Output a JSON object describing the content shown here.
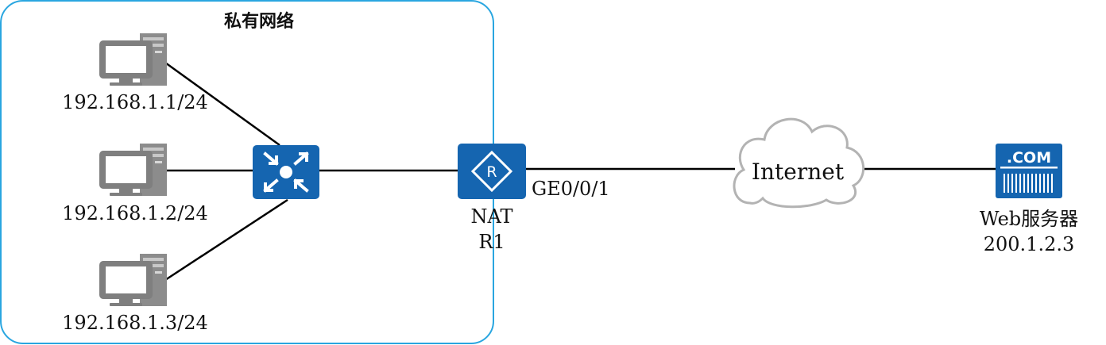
{
  "private_network": {
    "title": "私有网络",
    "border_color": "#29a6e0",
    "hosts": [
      {
        "ip": "192.168.1.1/24"
      },
      {
        "ip": "192.168.1.2/24"
      },
      {
        "ip": "192.168.1.3/24"
      }
    ]
  },
  "router": {
    "name": "NAT",
    "id": "R1",
    "icon_letter": "R",
    "interface": "GE0/0/1"
  },
  "internet": {
    "label": "Internet"
  },
  "server": {
    "icon_text": ".COM",
    "name": "Web服务器",
    "ip": "200.1.2.3"
  },
  "colors": {
    "device_blue": "#1565b0",
    "pc_gray": "#808080",
    "link": "#000000",
    "cloud_stroke": "#b3b3b3"
  }
}
